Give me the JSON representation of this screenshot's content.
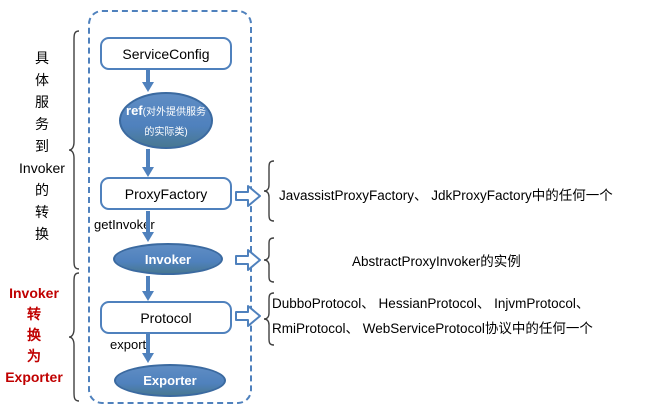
{
  "flow": {
    "nodes": {
      "service_config": "ServiceConfig",
      "ref_main": "ref",
      "ref_sub": "(对外提供服务的实际类)",
      "proxy_factory": "ProxyFactory",
      "invoker": "Invoker",
      "protocol": "Protocol",
      "exporter": "Exporter"
    },
    "edge_labels": {
      "get_invoker": "getInvoker",
      "export": "export"
    }
  },
  "left_annotations": {
    "top": {
      "text": "具\n体\n服\n务\n到\nInvoker\n的\n转\n换",
      "color": "#000000"
    },
    "bottom": {
      "text": "Invoker\n转\n换\n为\nExporter",
      "color": "#c00000"
    }
  },
  "right_annotations": {
    "proxy_factory": "JavassistProxyFactory、 JdkProxyFactory中的任何一个",
    "invoker": "AbstractProxyInvoker的实例",
    "protocol": "DubboProtocol、 HessianProtocol、 InjvmProtocol、\nRmiProtocol、 WebServiceProtocol协议中的任何一个"
  },
  "colors": {
    "node_border": "#4f81bd",
    "ellipse_fill": "#4f81bd",
    "arrow": "#4f81bd",
    "dashed_container": "#4f81bd",
    "brace": "#404040",
    "red_text": "#c00000",
    "black_text": "#000000"
  }
}
